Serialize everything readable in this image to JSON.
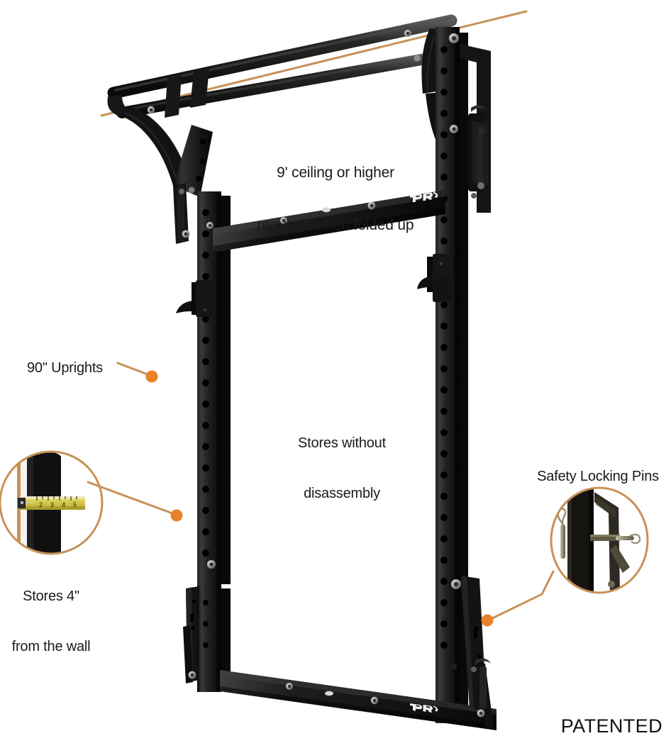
{
  "figure": {
    "type": "product-annotated-photo",
    "subject": "Wall-mounted folding squat rack (PRx Performance profile rack), shown folded against wall",
    "background_color": "#ffffff",
    "brand_mark": "PRx",
    "accent_color": "#E8822A",
    "leader_line_color": "#C89156",
    "metal_color": "#1b1b1b"
  },
  "annotations": [
    {
      "id": "ceiling",
      "text": "9' ceiling or higher\nrequired when folded up",
      "line1": "9' ceiling or higher",
      "line2": "required when folded up",
      "leader": "long diagonal line across the pull-up bar",
      "has_dot": false
    },
    {
      "id": "uprights",
      "text": "90\" Uprights",
      "leader": "short line to orange dot",
      "has_dot": true
    },
    {
      "id": "stores-without-disassembly",
      "text": "Stores without\ndisassembly",
      "line1": "Stores without",
      "line2": "disassembly",
      "leader": "none",
      "has_dot": false
    },
    {
      "id": "stores-4-from-wall",
      "text": "Stores 4\"\nfrom the wall",
      "line1": "Stores 4\"",
      "line2": "from the wall",
      "leader": "line from circular inset to orange dot",
      "has_dot": true,
      "inset": {
        "shape": "circle",
        "content": "tape measure spanning gap between wall and black upright",
        "tape_color": "#D8CF54"
      }
    },
    {
      "id": "safety-locking-pins",
      "text": "Safety Locking Pins",
      "leader": "line from circular inset down-left to orange dot on rack hinge",
      "has_dot": true,
      "inset": {
        "shape": "circle",
        "content": "close-up of upright with locking pin inserted through hinge bracket"
      }
    }
  ],
  "footer": {
    "patented_label": "PATENTED"
  }
}
